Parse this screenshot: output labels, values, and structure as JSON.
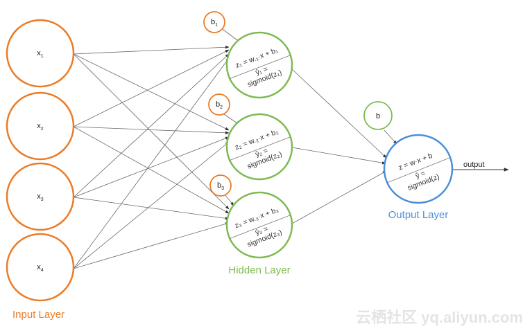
{
  "colors": {
    "input": "#ec7b25",
    "hidden": "#7dbb52",
    "output": "#4a8fd9",
    "edge": "#555555",
    "watermark": "#e4e4e4"
  },
  "input_layer": {
    "label": "Input Layer",
    "nodes": [
      {
        "label": "x",
        "sub": "1"
      },
      {
        "label": "x",
        "sub": "2"
      },
      {
        "label": "x",
        "sub": "3"
      },
      {
        "label": "x",
        "sub": "4"
      }
    ]
  },
  "biases": [
    {
      "label": "b",
      "sub": "1"
    },
    {
      "label": "b",
      "sub": "2"
    },
    {
      "label": "b",
      "sub": "3"
    }
  ],
  "hidden_layer": {
    "label": "Hidden Layer",
    "nodes": [
      {
        "z": "z₁ = w.₁·x + b₁",
        "yhat": "ŷ₁ =",
        "sig": "sigmoid(z₁)"
      },
      {
        "z": "z₂ = w.₂·x + b₂",
        "yhat": "ŷ₂ =",
        "sig": "sigmoid(z₂)"
      },
      {
        "z": "z₃ = w.₃·x + b₃",
        "yhat": "ŷ₃ =",
        "sig": "sigmoid(z₃)"
      }
    ]
  },
  "output_bias": {
    "label": "b"
  },
  "output_layer": {
    "label": "Output Layer",
    "node": {
      "z": "z = w·x + b",
      "yhat": "ŷ =",
      "sig": "sigmoid(z)"
    },
    "arrow_label": "output"
  },
  "watermark": "云栖社区 yq.aliyun.com"
}
